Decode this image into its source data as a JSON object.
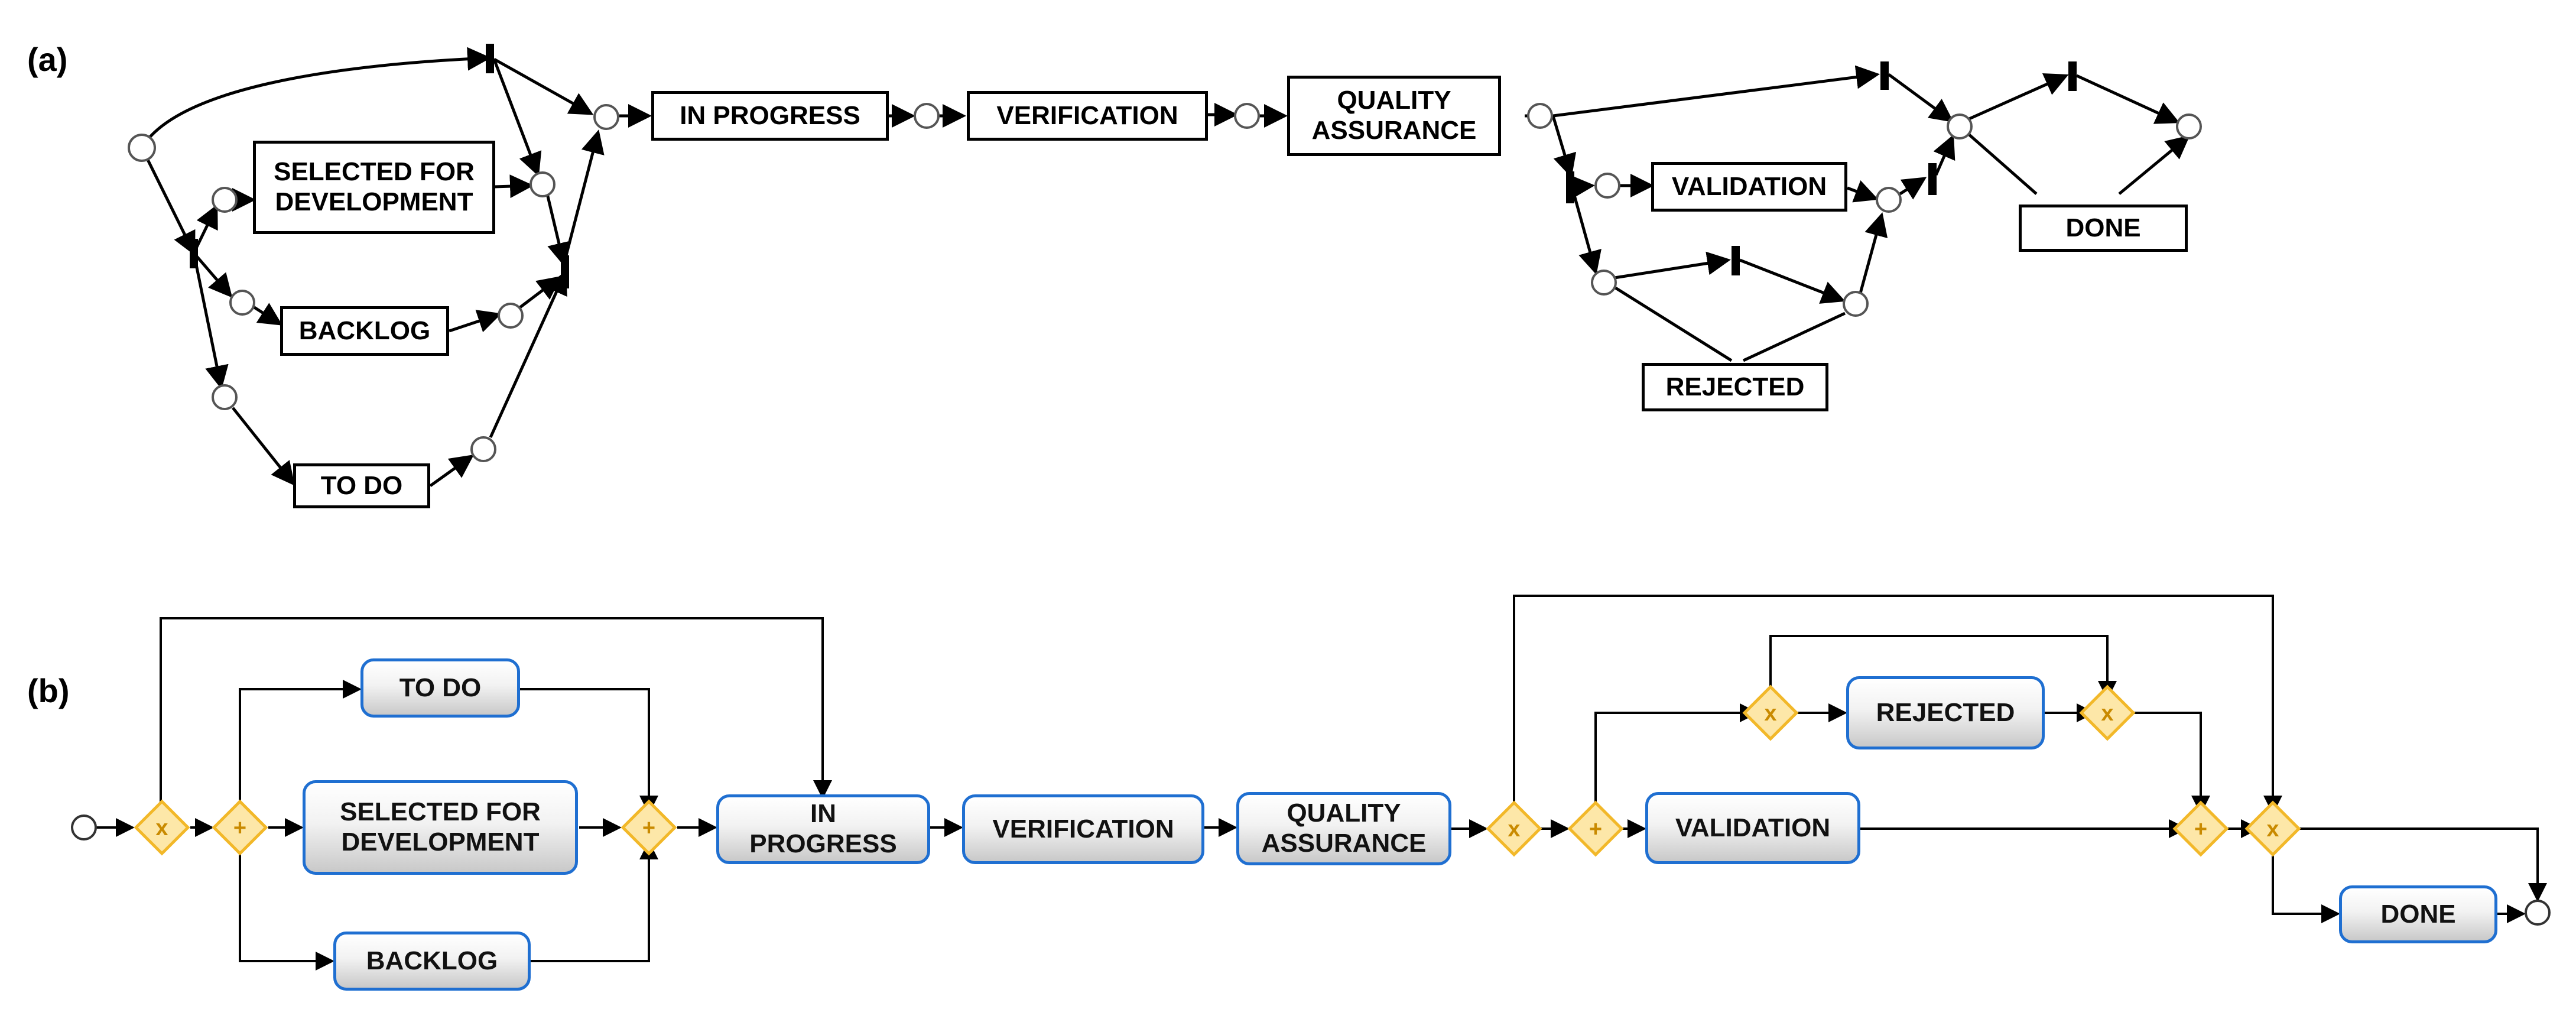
{
  "panels": {
    "a": {
      "label": "(a)"
    },
    "b": {
      "label": "(b)"
    }
  },
  "petri_net": {
    "transitions": {
      "selected_for_development": "SELECTED FOR\nDEVELOPMENT",
      "backlog": "BACKLOG",
      "to_do": "TO DO",
      "in_progress": "IN PROGRESS",
      "verification": "VERIFICATION",
      "quality_assurance": "QUALITY\nASSURANCE",
      "validation": "VALIDATION",
      "rejected": "REJECTED",
      "done": "DONE"
    }
  },
  "bpmn": {
    "tasks": {
      "to_do": "TO DO",
      "selected_for_development": "SELECTED FOR\nDEVELOPMENT",
      "backlog": "BACKLOG",
      "in_progress": "IN\nPROGRESS",
      "verification": "VERIFICATION",
      "quality_assurance": "QUALITY\nASSURANCE",
      "rejected": "REJECTED",
      "validation": "VALIDATION",
      "done": "DONE"
    },
    "gateway_symbols": {
      "exclusive": "x",
      "parallel": "+"
    },
    "colors": {
      "task_border": "#1f6fd1",
      "gateway_fill": "#fde7a8",
      "gateway_border": "#f2b829",
      "gateway_symbol": "#c98a00"
    }
  }
}
